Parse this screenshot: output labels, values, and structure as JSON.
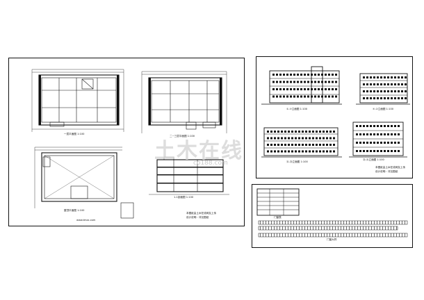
{
  "watermark": {
    "brand": "土木在线",
    "url": "co188.com"
  },
  "sheet_left": {
    "plan1_title": "一层平面图 1:100",
    "plan2_title": "二~三层平面图 1:100",
    "plan3_title": "屋顶平面图 1:100",
    "section_title": "1-1剖面图 1:100",
    "note_1": "本图纸由土木在线网友上传",
    "note_2": "设计说明：详见图纸",
    "website": "www.tmzx.com"
  },
  "sheet_right": {
    "elev1_title": "①-⑦立面图 1:100",
    "elev2_title": "⑦-①立面图 1:100",
    "elev3_title": "Ⓐ-Ⓓ立面图 1:100",
    "elev4_title": "Ⓓ-Ⓐ立面图 1:100",
    "note_1": "本图纸由土木在线网友上传",
    "note_2": "设计说明：详见图纸"
  },
  "sheet_small": {
    "table_title": "门窗表",
    "strip_title": "门窗大样"
  }
}
